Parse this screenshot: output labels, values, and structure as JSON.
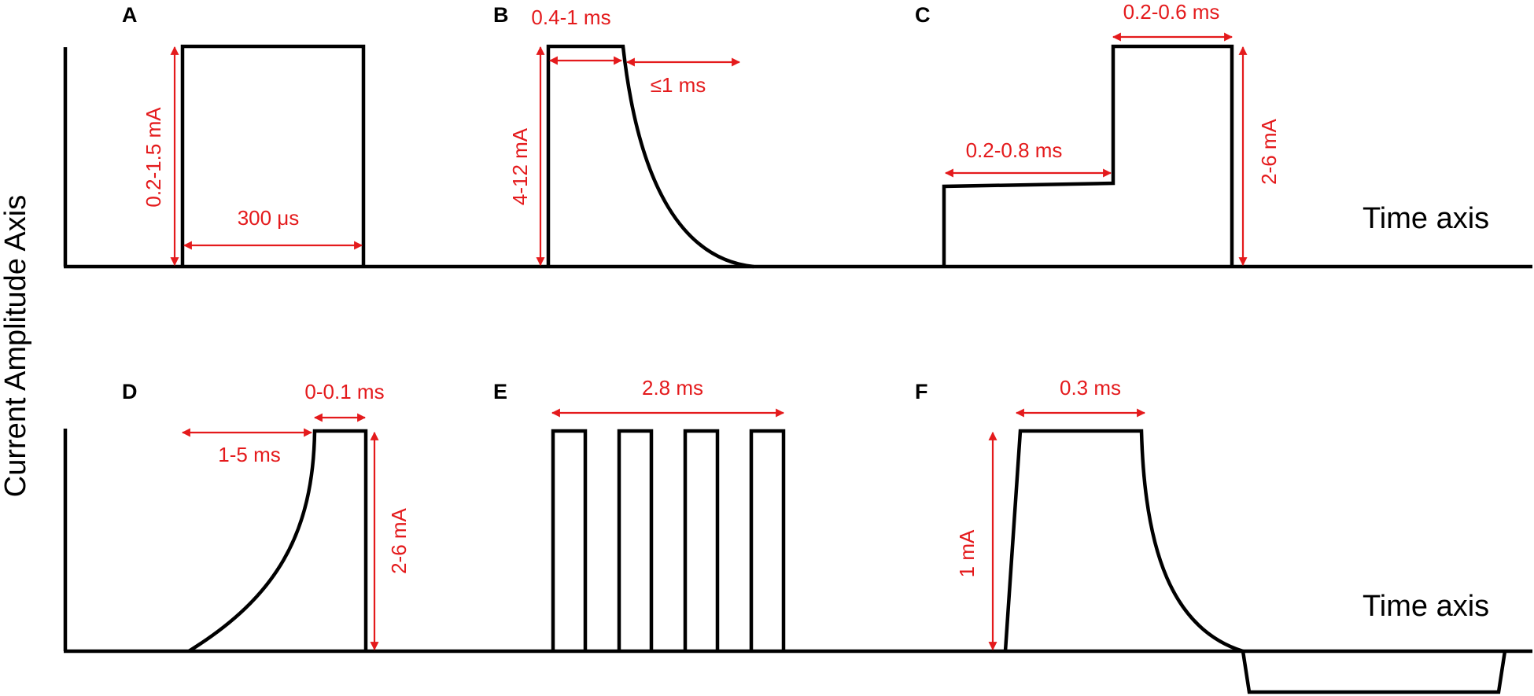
{
  "y_axis_label": "Current Amplitude Axis",
  "time_axis_label": "Time axis",
  "colors": {
    "waveform": "#000000",
    "annotation": "#e41a1c",
    "background": "#ffffff"
  },
  "panels": {
    "A": {
      "letter": "A",
      "amplitude": "0.2-1.5 mA",
      "width": "300 μs"
    },
    "B": {
      "letter": "B",
      "plateau": "0.4-1 ms",
      "decay": "≤1 ms",
      "amplitude": "4-12 mA"
    },
    "C": {
      "letter": "C",
      "prepulse": "0.2-0.8 ms",
      "pulse": "0.2-0.6 ms",
      "amplitude": "2-6 mA"
    },
    "D": {
      "letter": "D",
      "rise": "1-5 ms",
      "plateau": "0-0.1 ms",
      "amplitude": "2-6 mA"
    },
    "E": {
      "letter": "E",
      "train": "2.8 ms"
    },
    "F": {
      "letter": "F",
      "plateau": "0.3 ms",
      "amplitude": "1 mA"
    }
  }
}
